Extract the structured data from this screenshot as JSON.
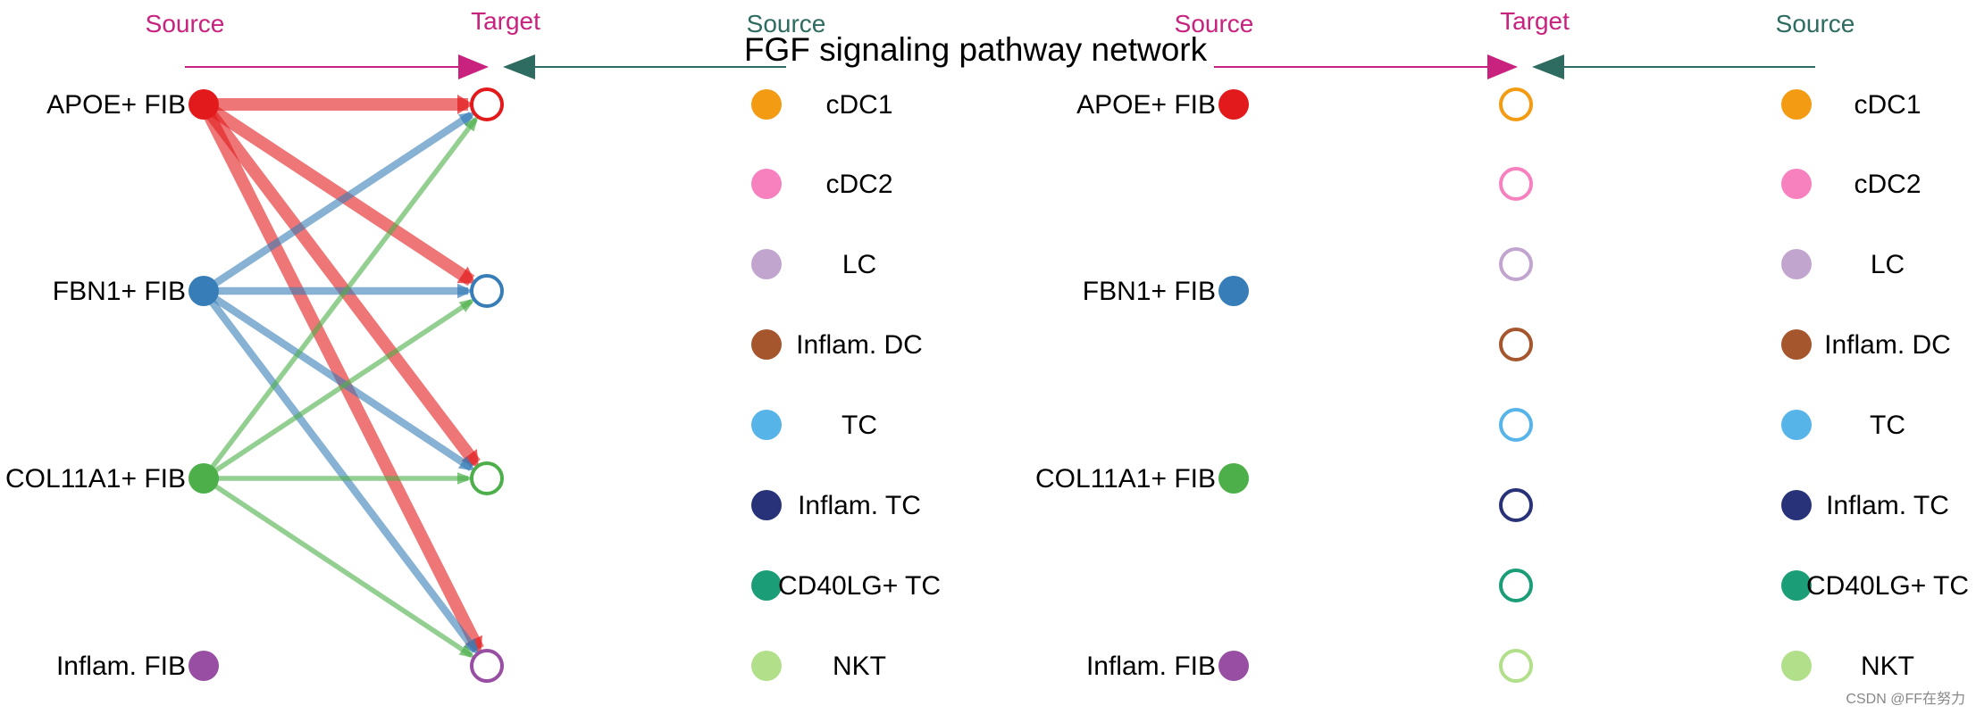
{
  "title": "FGF signaling pathway network",
  "watermark": "CSDN @FF在努力",
  "colors": {
    "source_arrow": "#C9217E",
    "target_arrow": "#2E6B60",
    "header_source": "#C9217E",
    "header_target": "#C9217E",
    "header_source_right": "#2E6B60",
    "text": "#000000",
    "watermark": "#888888"
  },
  "panels": [
    {
      "id": "left",
      "headers": {
        "source": "Source",
        "target": "Target",
        "source_right": "Source"
      },
      "sources": [
        {
          "label": "APOE+ FIB",
          "color": "#E31A1C"
        },
        {
          "label": "FBN1+ FIB",
          "color": "#377EB8"
        },
        {
          "label": "COL11A1+ FIB",
          "color": "#4DAF4A"
        },
        {
          "label": "Inflam. FIB",
          "color": "#984EA3"
        }
      ],
      "targets": [
        {
          "label": "APOE+ FIB",
          "color": "#E31A1C"
        },
        {
          "label": "FBN1+ FIB",
          "color": "#377EB8"
        },
        {
          "label": "COL11A1+ FIB",
          "color": "#4DAF4A"
        },
        {
          "label": "Inflam. FIB",
          "color": "#984EA3"
        }
      ],
      "right_sources": [
        {
          "label": "cDC1",
          "color": "#F39B12"
        },
        {
          "label": "cDC2",
          "color": "#F781BF"
        },
        {
          "label": "LC",
          "color": "#C2A5CF"
        },
        {
          "label": "Inflam. DC",
          "color": "#A6562D"
        },
        {
          "label": "TC",
          "color": "#56B4E9"
        },
        {
          "label": "Inflam. TC",
          "color": "#283278"
        },
        {
          "label": "CD40LG+ TC",
          "color": "#1B9E77"
        },
        {
          "label": "NKT",
          "color": "#B2DF8A"
        }
      ],
      "edges": [
        {
          "from": 0,
          "to": 0,
          "weight": 5,
          "color": "#E31A1C"
        },
        {
          "from": 0,
          "to": 1,
          "weight": 5,
          "color": "#E31A1C"
        },
        {
          "from": 0,
          "to": 2,
          "weight": 5,
          "color": "#E31A1C"
        },
        {
          "from": 0,
          "to": 3,
          "weight": 5,
          "color": "#E31A1C"
        },
        {
          "from": 1,
          "to": 0,
          "weight": 3,
          "color": "#377EB8"
        },
        {
          "from": 1,
          "to": 1,
          "weight": 3,
          "color": "#377EB8"
        },
        {
          "from": 1,
          "to": 2,
          "weight": 3,
          "color": "#377EB8"
        },
        {
          "from": 1,
          "to": 3,
          "weight": 3,
          "color": "#377EB8"
        },
        {
          "from": 2,
          "to": 0,
          "weight": 2,
          "color": "#4DAF4A"
        },
        {
          "from": 2,
          "to": 1,
          "weight": 2,
          "color": "#4DAF4A"
        },
        {
          "from": 2,
          "to": 2,
          "weight": 2,
          "color": "#4DAF4A"
        },
        {
          "from": 2,
          "to": 3,
          "weight": 2,
          "color": "#4DAF4A"
        }
      ]
    },
    {
      "id": "right",
      "headers": {
        "source": "Source",
        "target": "Target",
        "source_right": "Source"
      },
      "sources": [
        {
          "label": "APOE+ FIB",
          "color": "#E31A1C"
        },
        {
          "label": "FBN1+ FIB",
          "color": "#377EB8"
        },
        {
          "label": "COL11A1+ FIB",
          "color": "#4DAF4A"
        },
        {
          "label": "Inflam. FIB",
          "color": "#984EA3"
        }
      ],
      "targets": [
        {
          "label": "cDC1",
          "color": "#F39B12"
        },
        {
          "label": "cDC2",
          "color": "#F781BF"
        },
        {
          "label": "LC",
          "color": "#C2A5CF"
        },
        {
          "label": "Inflam. DC",
          "color": "#A6562D"
        },
        {
          "label": "TC",
          "color": "#56B4E9"
        },
        {
          "label": "Inflam. TC",
          "color": "#283278"
        },
        {
          "label": "CD40LG+ TC",
          "color": "#1B9E77"
        },
        {
          "label": "NKT",
          "color": "#B2DF8A"
        }
      ],
      "right_sources": [
        {
          "label": "cDC1",
          "color": "#F39B12"
        },
        {
          "label": "cDC2",
          "color": "#F781BF"
        },
        {
          "label": "LC",
          "color": "#C2A5CF"
        },
        {
          "label": "Inflam. DC",
          "color": "#A6562D"
        },
        {
          "label": "TC",
          "color": "#56B4E9"
        },
        {
          "label": "Inflam. TC",
          "color": "#283278"
        },
        {
          "label": "CD40LG+ TC",
          "color": "#1B9E77"
        },
        {
          "label": "NKT",
          "color": "#B2DF8A"
        }
      ],
      "edges": []
    }
  ]
}
